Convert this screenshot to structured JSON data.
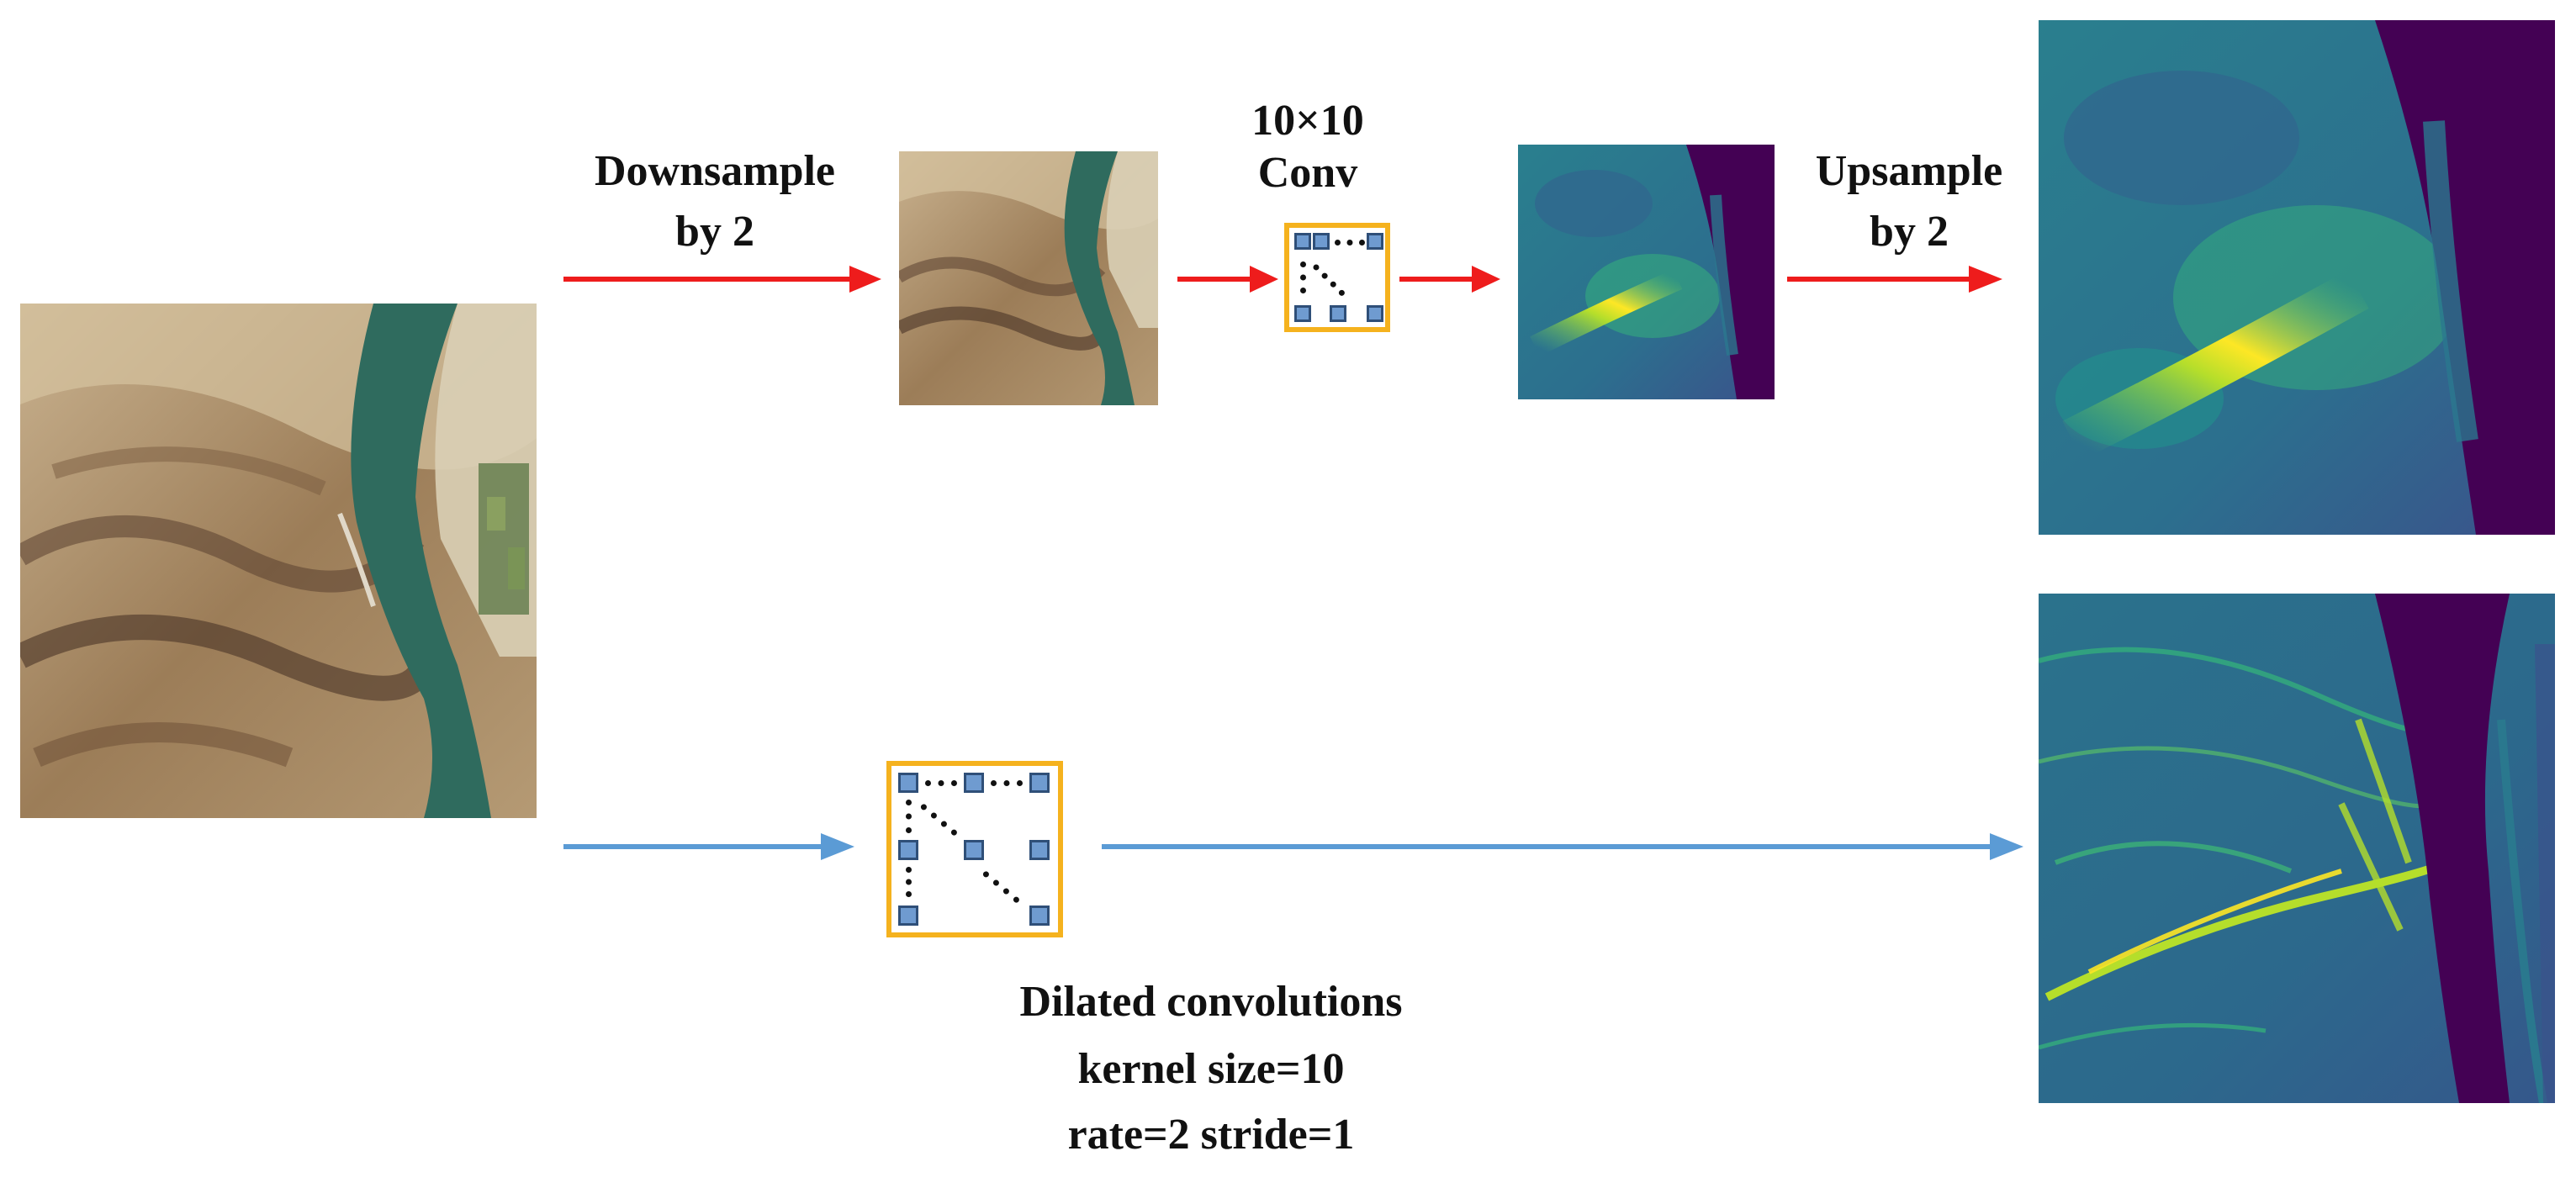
{
  "labels": {
    "downsample_line1": "Downsample",
    "downsample_line2": "by 2",
    "conv_line1": "10×10",
    "conv_line2": "Conv",
    "upsample_line1": "Upsample",
    "upsample_line2": "by 2",
    "dilated_line1": "Dilated convolutions",
    "dilated_line2": "kernel size=10",
    "dilated_line3": "rate=2 stride=1"
  },
  "colors": {
    "top_path_arrow": "#ee1c1c",
    "bottom_path_arrow": "#5b9bd5",
    "kernel_border": "#f5b21e",
    "kernel_cell_fill": "#6f9bd0",
    "feature_map_low": "#440154",
    "feature_map_mid": "#21918c",
    "feature_map_high": "#fde725"
  },
  "images": {
    "input": "satellite-image-river-valley",
    "downsampled": "downsampled-satellite-image",
    "low_res_feature": "low-resolution-feature-map",
    "upsampled_feature": "upsampled-feature-map",
    "dilated_feature": "dilated-convolution-feature-map"
  }
}
